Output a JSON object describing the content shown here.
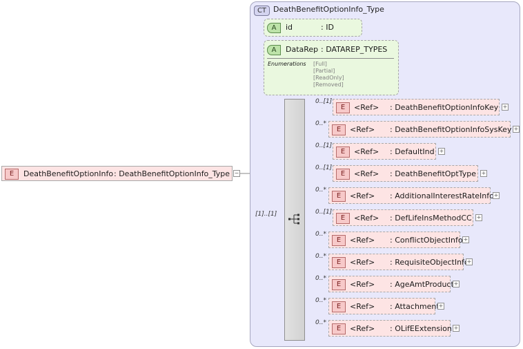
{
  "root": {
    "badge": "E",
    "label": "DeathBenefitOptionInfo",
    "type": ": DeathBenefitOptionInfo_Type",
    "collapse": "−"
  },
  "complex_type": {
    "badge": "CT",
    "title": "DeathBenefitOptionInfo_Type"
  },
  "attributes": [
    {
      "badge": "A",
      "name": "id",
      "type": ": ID"
    },
    {
      "badge": "A",
      "name": "DataRep",
      "type": ": DATAREP_TYPES",
      "enum_label": "Enumerations",
      "enumerations": [
        "[Full]",
        "[Partial]",
        "[ReadOnly]",
        "[Removed]"
      ]
    }
  ],
  "sequence": {
    "cardinality": "[1]..[1]"
  },
  "elements": [
    {
      "card": "0..[1]",
      "badge": "E",
      "ref": "<Ref>",
      "type": ": DeathBenefitOptionInfoKey",
      "expand": "+"
    },
    {
      "card": "0..*",
      "badge": "E",
      "ref": "<Ref>",
      "type": ": DeathBenefitOptionInfoSysKey",
      "expand": "+"
    },
    {
      "card": "0..[1]",
      "badge": "E",
      "ref": "<Ref>",
      "type": ": DefaultInd",
      "expand": "+"
    },
    {
      "card": "0..[1]",
      "badge": "E",
      "ref": "<Ref>",
      "type": ": DeathBenefitOptType",
      "expand": "+"
    },
    {
      "card": "0..*",
      "badge": "E",
      "ref": "<Ref>",
      "type": ": AdditionalInterestRateInfo",
      "expand": "+"
    },
    {
      "card": "0..[1]",
      "badge": "E",
      "ref": "<Ref>",
      "type": ": DefLifeInsMethodCC",
      "expand": "+"
    },
    {
      "card": "0..*",
      "badge": "E",
      "ref": "<Ref>",
      "type": ": ConflictObjectInfo",
      "expand": "+"
    },
    {
      "card": "0..*",
      "badge": "E",
      "ref": "<Ref>",
      "type": ": RequisiteObjectInfo",
      "expand": "+"
    },
    {
      "card": "0..*",
      "badge": "E",
      "ref": "<Ref>",
      "type": ": AgeAmtProduct",
      "expand": "+"
    },
    {
      "card": "0..*",
      "badge": "E",
      "ref": "<Ref>",
      "type": ": Attachment",
      "expand": "+"
    },
    {
      "card": "0..*",
      "badge": "E",
      "ref": "<Ref>",
      "type": ": OLifEExtension",
      "expand": "+"
    }
  ]
}
